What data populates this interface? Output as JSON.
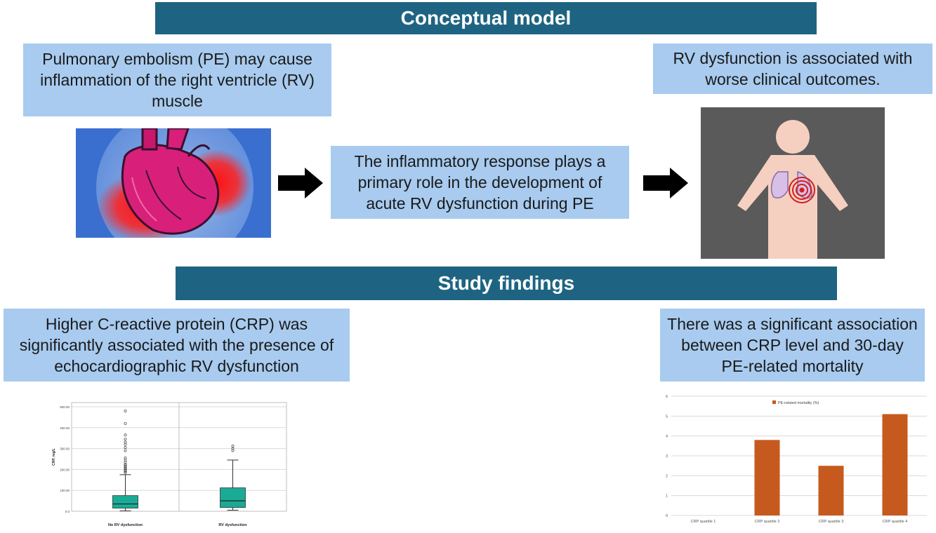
{
  "colors": {
    "banner": "#1e6482",
    "textbox": "#a8cbef",
    "box_fill": "#1aab96",
    "bar_fill": "#c65a1e",
    "heart_bg": "#3a6fd0",
    "body_panel_bg": "#5a5a5a"
  },
  "banners": {
    "conceptual": "Conceptual model",
    "findings": "Study findings"
  },
  "boxes": {
    "pe_inflammation": "Pulmonary embolism (PE) may cause inflammation of the right ventricle (RV) muscle",
    "inflammatory_response": "The inflammatory response plays a primary role in the development of acute RV dysfunction during PE",
    "rv_outcomes": "RV dysfunction is associated with worse clinical outcomes.",
    "crp_association": "Higher C-reactive protein (CRP) was significantly associated with the presence of echocardiographic RV dysfunction",
    "mortality_association": "There was a significant association between CRP level and 30-day PE-related mortality"
  },
  "icons": [
    "heart-illustration-icon",
    "right-arrow-icon",
    "human-body-icon"
  ],
  "chart_data": [
    {
      "type": "box",
      "ylabel": "CRP, mg/L",
      "yticks": [
        "0.0",
        "100.00",
        "200.00",
        "300.00",
        "400.00",
        "500.00"
      ],
      "ylim": [
        0,
        520
      ],
      "grid": true,
      "categories": [
        "No RV dysfunction",
        "RV dysfunction"
      ],
      "boxes": [
        {
          "name": "No RV dysfunction",
          "whisker_low": 2,
          "q1": 15,
          "median": 35,
          "q3": 75,
          "whisker_high": 175,
          "outliers": [
            185,
            190,
            195,
            200,
            205,
            210,
            215,
            220,
            225,
            235,
            245,
            255,
            290,
            305,
            320,
            330,
            345,
            365,
            420,
            480
          ]
        },
        {
          "name": "RV dysfunction",
          "whisker_low": 5,
          "q1": 18,
          "median": 50,
          "q3": 112,
          "whisker_high": 245,
          "outliers": [
            290,
            300,
            312
          ]
        }
      ]
    },
    {
      "type": "bar",
      "legend": "PE-related mortality (%)",
      "legend_position": "top-center",
      "categories": [
        "CRP quartile 1",
        "CRP quartile 2",
        "CRP quartile 3",
        "CRP quartile 4"
      ],
      "values": [
        0,
        3.8,
        2.5,
        5.1
      ],
      "yticks": [
        "0",
        "1",
        "2",
        "3",
        "4",
        "5",
        "6"
      ],
      "ylim": [
        0,
        6
      ],
      "grid": true
    }
  ]
}
